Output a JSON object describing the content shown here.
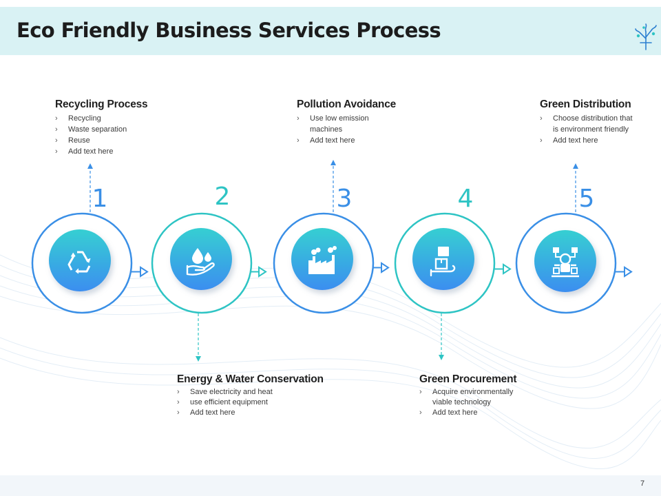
{
  "header": {
    "title": "Eco Friendly Business Services Process"
  },
  "steps": [
    {
      "num": "1",
      "title": "Recycling Process",
      "bullets": [
        "Recycling",
        "Waste separation",
        "Reuse",
        "Add text here"
      ],
      "icon": "recycle-icon",
      "ring_color": "#3a8fe6"
    },
    {
      "num": "2",
      "title": "Energy & Water Conservation",
      "bullets": [
        "Save electricity and heat",
        "use efficient equipment",
        "Add text here"
      ],
      "icon": "water-hand-icon",
      "ring_color": "#2ec4c4"
    },
    {
      "num": "3",
      "title": "Pollution Avoidance",
      "bullets": [
        "Use low emission machines",
        "Add text here"
      ],
      "icon": "factory-icon",
      "ring_color": "#3a8fe6"
    },
    {
      "num": "4",
      "title": "Green Procurement",
      "bullets": [
        "Acquire environmentally viable technology",
        "Add text here"
      ],
      "icon": "box-hand-icon",
      "ring_color": "#2ec4c4"
    },
    {
      "num": "5",
      "title": "Green Distribution",
      "bullets": [
        "Choose distribution that is environment friendly",
        "Add text here"
      ],
      "icon": "distribution-robot-icon",
      "ring_color": "#3a8fe6"
    }
  ],
  "colors": {
    "blue": "#3a8fe6",
    "teal": "#2ec4c4",
    "header_bg": "#d9f2f4"
  },
  "footer": {
    "page_number": "7"
  }
}
